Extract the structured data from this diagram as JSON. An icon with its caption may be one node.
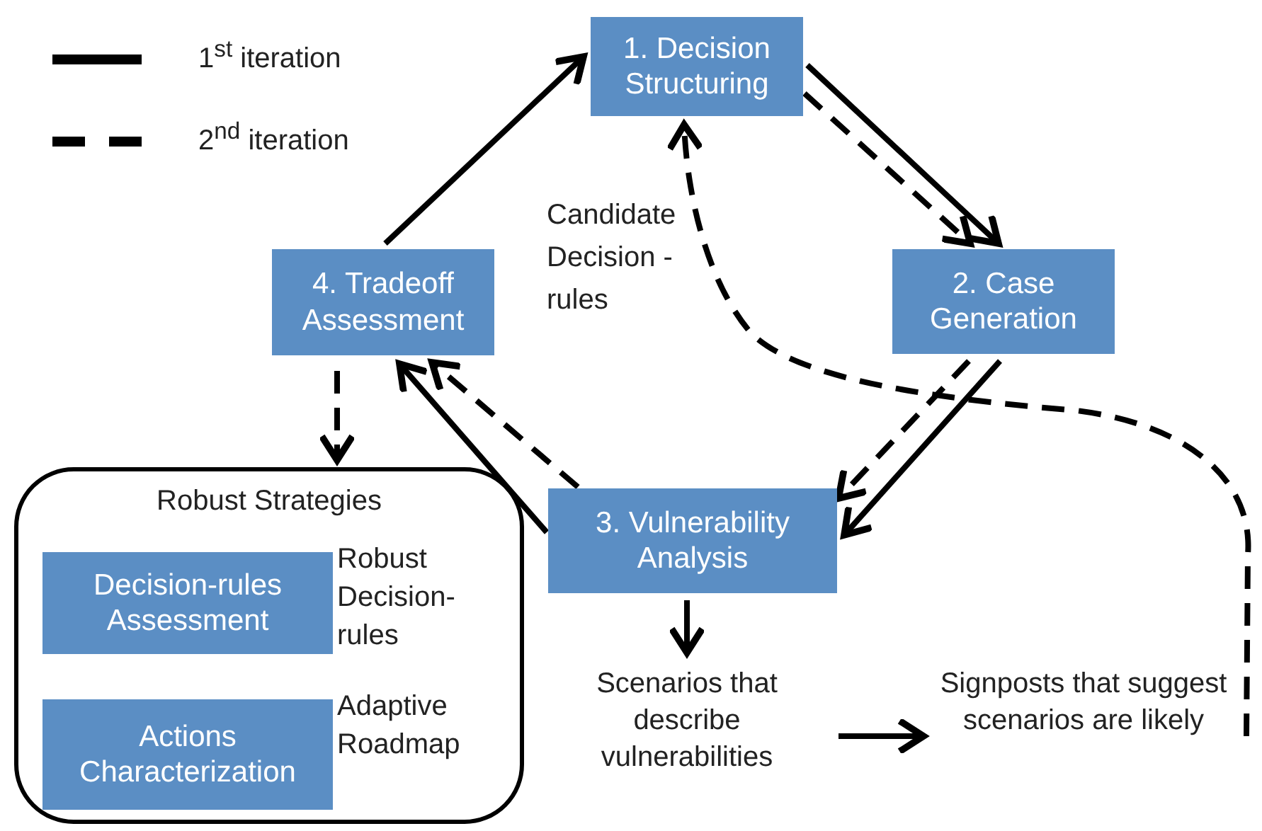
{
  "diagram": {
    "nodes": [
      {
        "text": [
          "1. Decision Structuring"
        ]
      },
      {
        "text": [
          "2. Case Generation"
        ]
      },
      {
        "text": [
          "3. Vulnerability Analysis"
        ]
      },
      {
        "text": [
          "4. Tradeoff Assessment"
        ]
      },
      {
        "text": [
          "Robust Strategies"
        ]
      },
      {
        "text": [
          "Decision-rules Assessment"
        ],
        "beside": [
          "Robust Decision-rules"
        ],
        "in": 4
      },
      {
        "text": [
          "Actions Characterization"
        ],
        "beside": [
          "Adaptive Roadmap"
        ],
        "in": 4
      },
      {
        "text": [
          "Scenarios that describe vulnerabilities"
        ]
      },
      {
        "text": [
          "Signposts that suggest scenarios are likely"
        ]
      }
    ],
    "edges": [
      {
        "from": 3,
        "to": 0,
        "arrow": "to"
      },
      {
        "from": 0,
        "to": 1,
        "arrow": "to"
      },
      {
        "from": 0,
        "to": 1,
        "arrow": "to",
        "style": "dashed"
      },
      {
        "from": 1,
        "to": 2,
        "arrow": "to"
      },
      {
        "from": 1,
        "to": 2,
        "arrow": "to",
        "style": "dashed"
      },
      {
        "from": 2,
        "to": 3,
        "arrow": "to"
      },
      {
        "from": 2,
        "to": 3,
        "arrow": "to",
        "style": "dashed"
      },
      {
        "from": 3,
        "to": 4,
        "arrow": "to",
        "style": "dashed"
      },
      {
        "from": 2,
        "to": 7,
        "arrow": "to"
      },
      {
        "from": 7,
        "to": 8,
        "arrow": "to"
      },
      {
        "from": 8,
        "to": 0,
        "arrow": "to",
        "style": "dashed"
      }
    ],
    "labels": [
      "Candidate Decision -rules"
    ],
    "legend": [
      {
        "text": "1$^{st}$ iteration"
      },
      {
        "text": "2$^{nd}$ iteration"
      }
    ]
  }
}
